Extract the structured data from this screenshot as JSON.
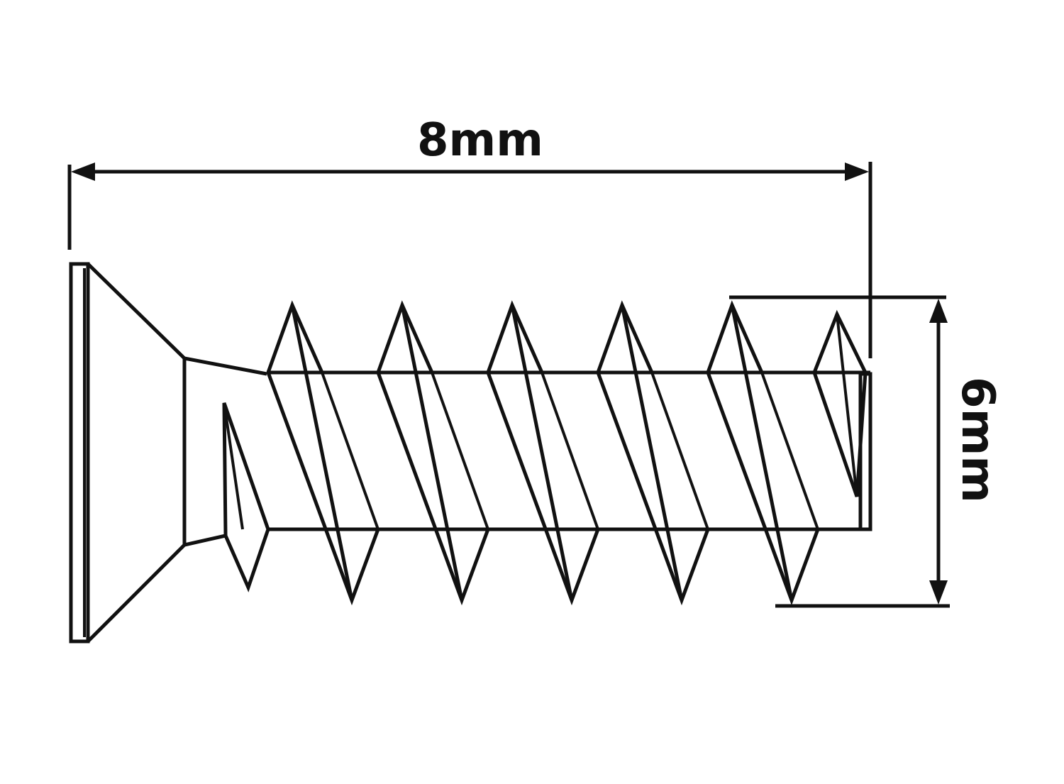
{
  "dimensions": {
    "length": "8mm",
    "diameter": "6mm"
  },
  "colors": {
    "ink": "#111111",
    "background": "#ffffff"
  },
  "thread": {
    "full_turns": 5
  }
}
